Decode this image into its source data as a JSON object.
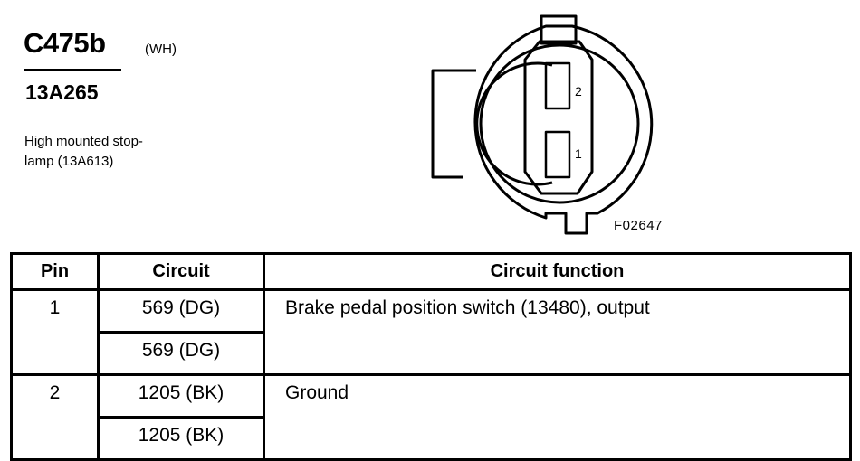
{
  "header": {
    "connector_id": "C475b",
    "color_code": "(WH)",
    "part_number": "13A265",
    "description_line1": "High mounted stop-",
    "description_line2": "lamp (13A613)"
  },
  "diagram": {
    "pin_labels": [
      "2",
      "1"
    ],
    "figure_id": "F02647"
  },
  "table": {
    "headers": {
      "pin": "Pin",
      "circuit": "Circuit",
      "function": "Circuit function"
    },
    "rows": [
      {
        "pin": "1",
        "circuits": [
          "569 (DG)",
          "569 (DG)"
        ],
        "function": "Brake pedal position switch (13480), output"
      },
      {
        "pin": "2",
        "circuits": [
          "1205 (BK)",
          "1205 (BK)"
        ],
        "function": "Ground"
      }
    ]
  }
}
